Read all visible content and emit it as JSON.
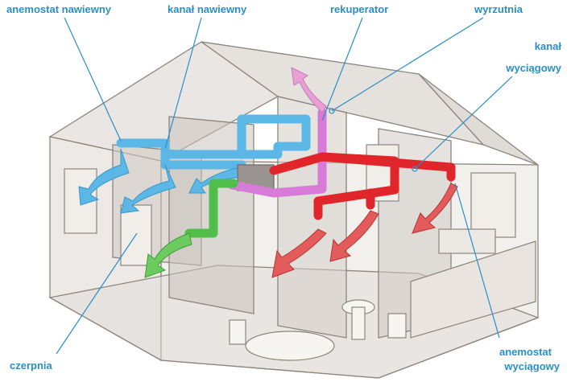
{
  "labels": {
    "anemostat_nawiewny": "anemostat nawiewny",
    "kanal_nawiewny": "kanał nawiewny",
    "rekuperator": "rekuperator",
    "wyrzutnia": "wyrzutnia",
    "kanal_wyciagowy_1": "kanał",
    "kanal_wyciagowy_2": "wyciągowy",
    "czerpnia": "czerpnia",
    "anemostat_wyciagowy_1": "anemostat",
    "anemostat_wyciagowy_2": "wyciągowy"
  },
  "colors": {
    "label": "#2a8fc4",
    "supply_duct": "#5bb7e6",
    "exhaust_duct": "#e0262b",
    "intake_duct": "#4fbf4a",
    "outlet_duct": "#d77ad8",
    "wall": "#c9c4bf",
    "roof": "#bdb6b0"
  }
}
